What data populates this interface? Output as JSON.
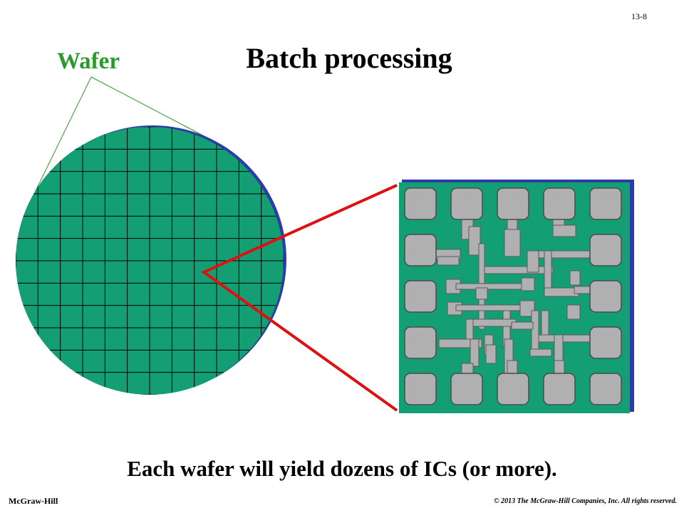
{
  "slide": {
    "number": "13-8",
    "title": "Batch processing",
    "caption": "Each wafer will yield dozens of ICs (or more)."
  },
  "diagram": {
    "wafer_label": "Wafer",
    "wafer_grid": {
      "columns": 12,
      "rows": 12
    },
    "chip_pads": {
      "columns": 5,
      "rows": 5
    },
    "colors": {
      "wafer_green": "#149e74",
      "wafer_edge": "#2d3aa8",
      "grid_line": "#000000",
      "callout_red": "#e01010",
      "label_green": "#2a9a2a",
      "pad_gray": "#b0b0b0"
    }
  },
  "footer": {
    "publisher": "McGraw-Hill",
    "copyright": "© 2013 The McGraw-Hill Companies, Inc. All rights reserved."
  }
}
